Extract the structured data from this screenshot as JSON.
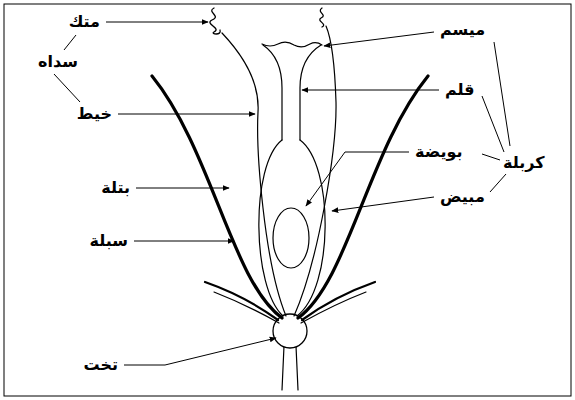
{
  "diagram": {
    "labels": [
      "متك",
      "سداه",
      "خيط",
      "بتلة",
      "سبلة",
      "تخت",
      "ميسم",
      "قلم",
      "بويضة",
      "مبيض",
      "كربلة"
    ]
  }
}
